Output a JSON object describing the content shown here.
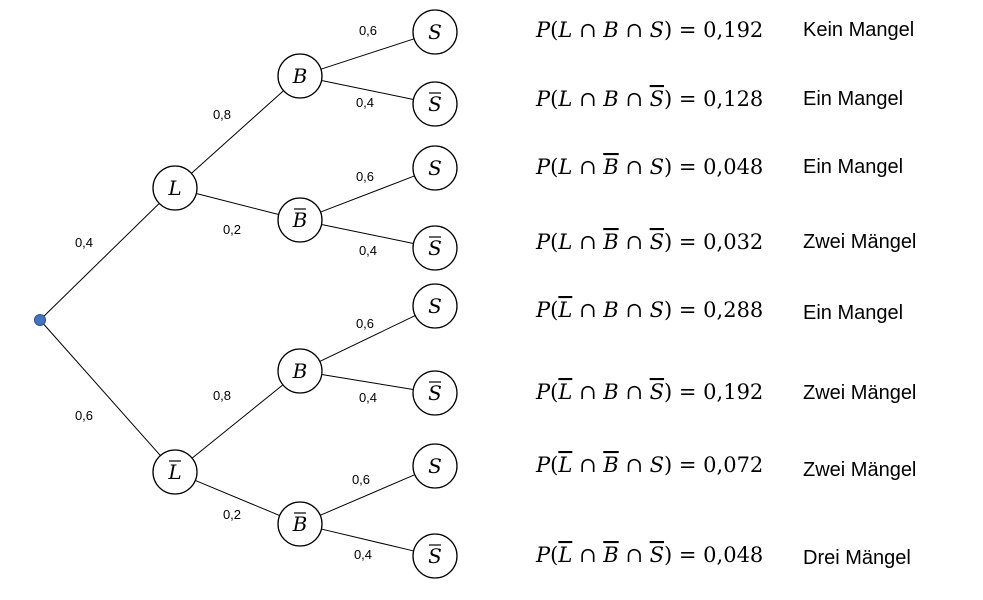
{
  "root": {
    "color": "#4472c4"
  },
  "level1": [
    {
      "label": "L",
      "bar": false,
      "prob": "0,4"
    },
    {
      "label": "L",
      "bar": true,
      "prob": "0,6"
    }
  ],
  "level2": [
    {
      "label": "B",
      "bar": false,
      "prob": "0,8"
    },
    {
      "label": "B",
      "bar": true,
      "prob": "0,2"
    },
    {
      "label": "B",
      "bar": false,
      "prob": "0,8"
    },
    {
      "label": "B",
      "bar": true,
      "prob": "0,2"
    }
  ],
  "level3": [
    {
      "label": "S",
      "bar": false,
      "prob": "0,6"
    },
    {
      "label": "S",
      "bar": true,
      "prob": "0,4"
    },
    {
      "label": "S",
      "bar": false,
      "prob": "0,6"
    },
    {
      "label": "S",
      "bar": true,
      "prob": "0,4"
    },
    {
      "label": "S",
      "bar": false,
      "prob": "0,6"
    },
    {
      "label": "S",
      "bar": true,
      "prob": "0,4"
    },
    {
      "label": "S",
      "bar": false,
      "prob": "0,6"
    },
    {
      "label": "S",
      "bar": true,
      "prob": "0,4"
    }
  ],
  "outcomes": [
    {
      "L_bar": false,
      "B_bar": false,
      "S_bar": false,
      "value": "0,192",
      "verdict": "Kein Mangel"
    },
    {
      "L_bar": false,
      "B_bar": false,
      "S_bar": true,
      "value": "0,128",
      "verdict": "Ein Mangel"
    },
    {
      "L_bar": false,
      "B_bar": true,
      "S_bar": false,
      "value": "0,048",
      "verdict": "Ein Mangel"
    },
    {
      "L_bar": false,
      "B_bar": true,
      "S_bar": true,
      "value": "0,032",
      "verdict": "Zwei Mängel"
    },
    {
      "L_bar": true,
      "B_bar": false,
      "S_bar": false,
      "value": "0,288",
      "verdict": "Ein Mangel"
    },
    {
      "L_bar": true,
      "B_bar": false,
      "S_bar": true,
      "value": "0,192",
      "verdict": "Zwei Mängel"
    },
    {
      "L_bar": true,
      "B_bar": true,
      "S_bar": false,
      "value": "0,072",
      "verdict": "Zwei Mängel"
    },
    {
      "L_bar": true,
      "B_bar": true,
      "S_bar": true,
      "value": "0,048",
      "verdict": "Drei Mängel"
    }
  ],
  "formula_parts": {
    "prefix": "P",
    "intersect": "∩",
    "equals": "="
  }
}
